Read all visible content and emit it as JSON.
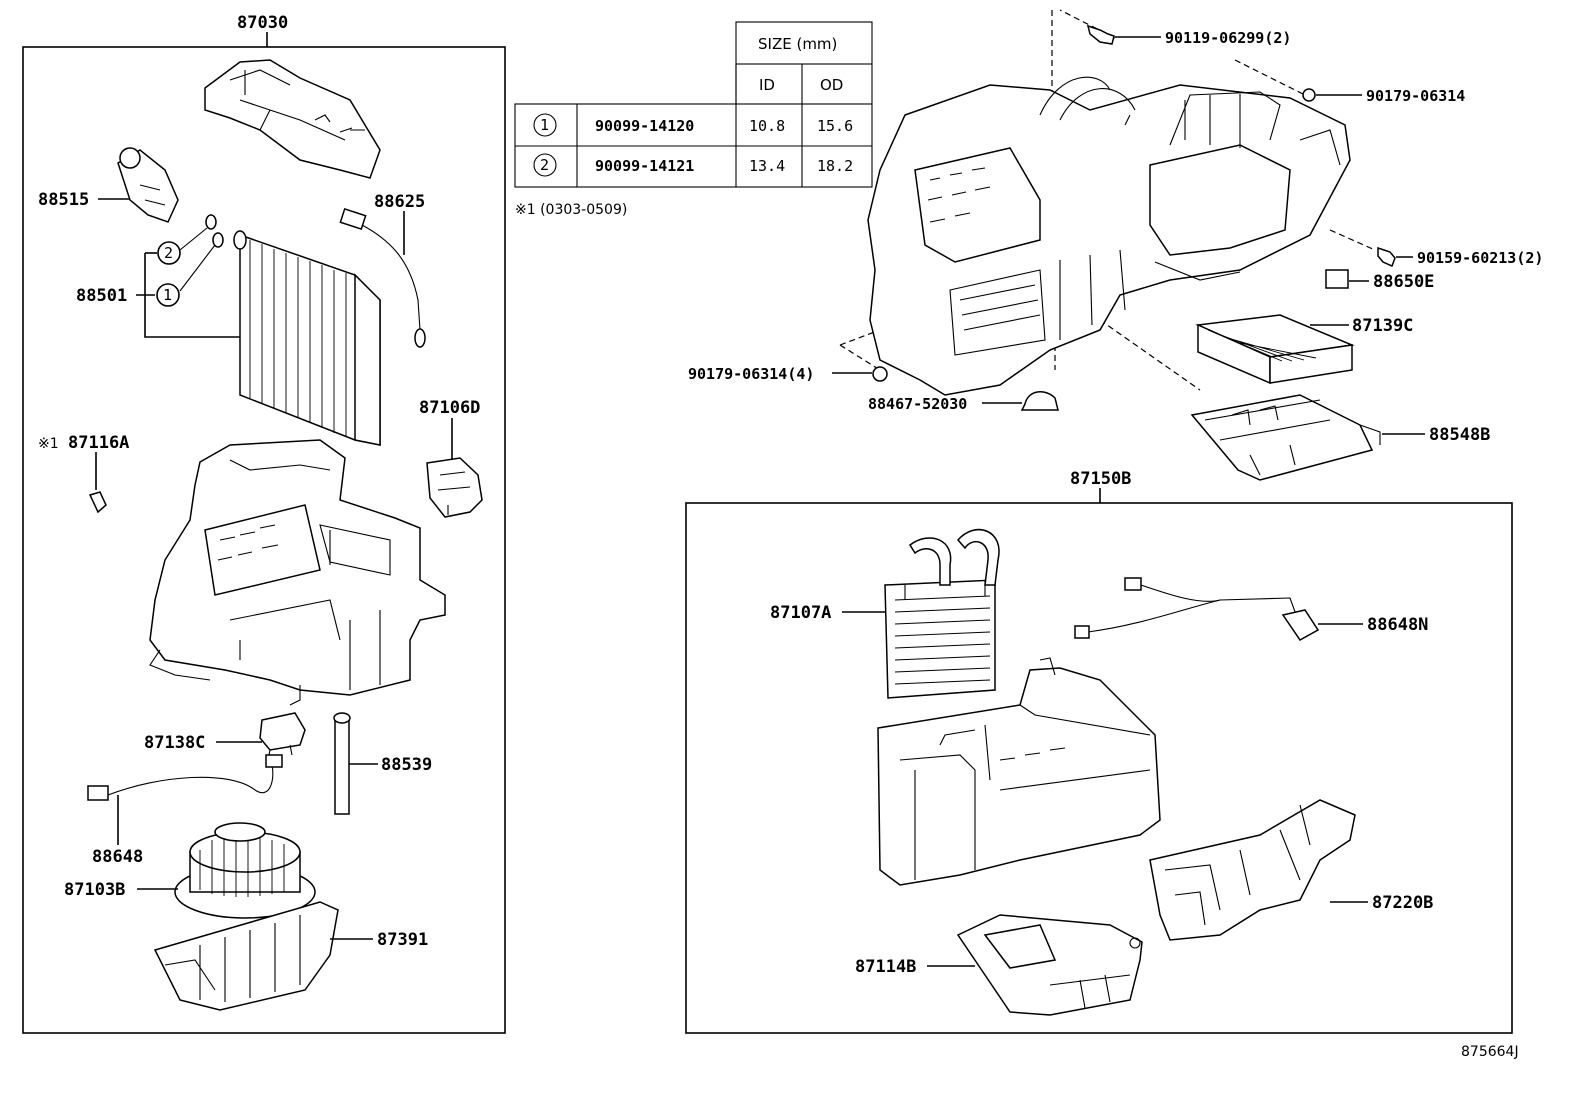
{
  "labels": {
    "g87030": "87030",
    "p88515": "88515",
    "p88625": "88625",
    "p88501": "88501",
    "c1": "1",
    "c2": "2",
    "p87106d": "87106D",
    "p87116a_mark": "※1",
    "p87116a": "87116A",
    "p87138c": "87138C",
    "p88539": "88539",
    "p88648": "88648",
    "p87103b": "87103B",
    "p87391": "87391",
    "p90119": "90119-06299(2)",
    "p90179a": "90179-06314",
    "p90159": "90159-60213(2)",
    "p88650e": "88650E",
    "p87139c": "87139C",
    "p90179b": "90179-06314(4)",
    "p88467": "88467-52030",
    "p88548b": "88548B",
    "g87150b": "87150B",
    "p87107a": "87107A",
    "p88648n": "88648N",
    "p87220b": "87220B",
    "p87114b": "87114B",
    "diagram_id": "875664J"
  },
  "size_table": {
    "header": "SIZE (mm)",
    "col_id": "ID",
    "col_od": "OD",
    "rows": [
      {
        "mark": "1",
        "part": "90099-14120",
        "id": "10.8",
        "od": "15.6"
      },
      {
        "mark": "2",
        "part": "90099-14121",
        "id": "13.4",
        "od": "18.2"
      }
    ],
    "note": "※1 (0303-0509)"
  }
}
